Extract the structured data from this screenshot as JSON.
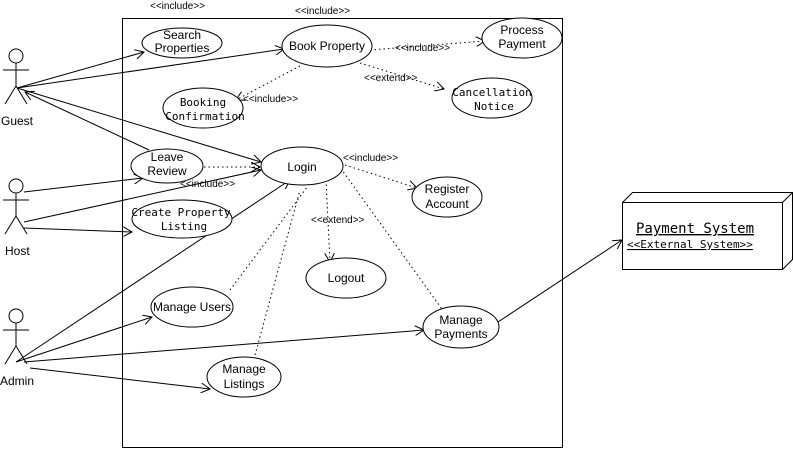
{
  "actors": {
    "guest": "Guest",
    "host": "Host",
    "admin": "Admin"
  },
  "use_cases": {
    "search_properties": [
      "Search",
      "Properties"
    ],
    "book_property": "Book Property",
    "process_payment": [
      "Process",
      "Payment"
    ],
    "booking_confirmation": [
      "Booking",
      "Confirmation"
    ],
    "cancellation_notice": [
      "Cancellation",
      "Notice"
    ],
    "leave_review": [
      "Leave",
      "Review"
    ],
    "login": "Login",
    "register_account": [
      "Register",
      "Account"
    ],
    "create_property_listing": [
      "Create Property",
      "Listing"
    ],
    "logout": "Logout",
    "manage_users": "Manage Users",
    "manage_payments": [
      "Manage",
      "Payments"
    ],
    "manage_listings": [
      "Manage",
      "Listings"
    ]
  },
  "relation_labels": {
    "include_top_left": "<<include>>",
    "include_top_center": "<<include>>",
    "include_book_payment": "<<include>>",
    "extend_book_cancel": "<<extend>>",
    "include_book_confirm": "<<include>>",
    "include_review_login": "<<include>>",
    "include_login_register": "<<include>>",
    "extend_login_logout": "<<extend>>"
  },
  "external_system": {
    "name": "Payment System",
    "stereotype": "<<External System>>"
  }
}
